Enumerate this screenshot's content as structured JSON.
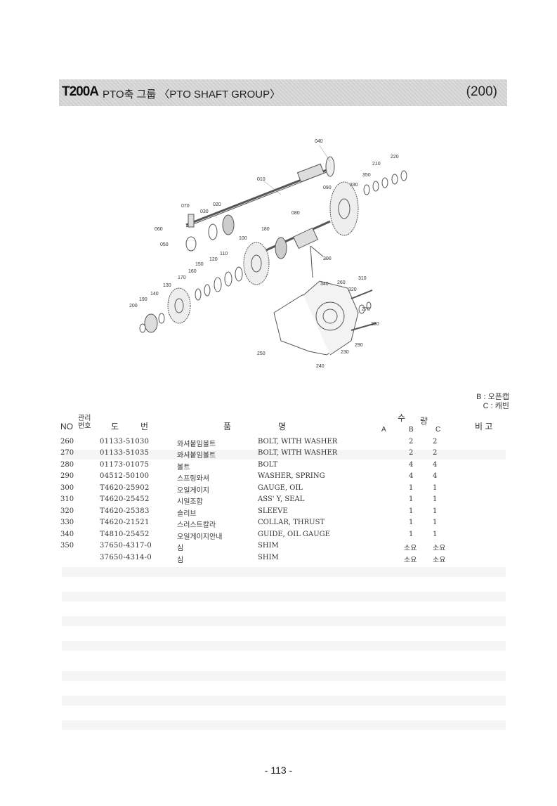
{
  "header": {
    "code": "T200A",
    "title": "PTO축 그룹 〈PTO SHAFT GROUP〉",
    "group": "(200)"
  },
  "diagram": {
    "labels": [
      "040",
      "220",
      "210",
      "350",
      "010",
      "330",
      "090",
      "070",
      "020",
      "030",
      "080",
      "060",
      "180",
      "100",
      "050",
      "110",
      "300",
      "120",
      "150",
      "160",
      "170",
      "340",
      "260",
      "310",
      "320",
      "130",
      "140",
      "190",
      "270",
      "200",
      "280",
      "290",
      "230",
      "250",
      "240"
    ]
  },
  "legend": {
    "b": "B : 오픈캡",
    "c": "C : 캐빈"
  },
  "table_header": {
    "no": "NO",
    "mgmt": "관리\n번호",
    "drawing": "도",
    "number": "번",
    "item": "품",
    "name": "명",
    "qty_1": "수",
    "qty_2": "량",
    "col_a": "A",
    "col_b": "B",
    "col_c": "C",
    "remarks": "비 고"
  },
  "rows": [
    {
      "no": "260",
      "part": "01133-51030",
      "kr": "와셔붙임볼트",
      "en": "BOLT, WITH WASHER",
      "b": "2",
      "c": "2"
    },
    {
      "no": "270",
      "part": "01133-51035",
      "kr": "와셔붙임볼트",
      "en": "BOLT, WITH WASHER",
      "b": "2",
      "c": "2"
    },
    {
      "no": "280",
      "part": "01173-01075",
      "kr": "볼트",
      "en": "BOLT",
      "b": "4",
      "c": "4"
    },
    {
      "no": "290",
      "part": "04512-50100",
      "kr": "스프링와셔",
      "en": "WASHER, SPRING",
      "b": "4",
      "c": "4"
    },
    {
      "no": "300",
      "part": "T4620-25902",
      "kr": "오일게이지",
      "en": "GAUGE, OIL",
      "b": "1",
      "c": "1"
    },
    {
      "no": "310",
      "part": "T4620-25452",
      "kr": "시일조합",
      "en": "ASS' Y, SEAL",
      "b": "1",
      "c": "1"
    },
    {
      "no": "320",
      "part": "T4620-25383",
      "kr": "슬리브",
      "en": "SLEEVE",
      "b": "1",
      "c": "1"
    },
    {
      "no": "330",
      "part": "T4620-21521",
      "kr": "스러스트칼라",
      "en": "COLLAR, THRUST",
      "b": "1",
      "c": "1"
    },
    {
      "no": "340",
      "part": "T4810-25452",
      "kr": "오일게이지안내",
      "en": "GUIDE, OIL GAUGE",
      "b": "1",
      "c": "1"
    },
    {
      "no": "350",
      "part": "37650-4317-0",
      "kr": "심",
      "en": "SHIM",
      "b": "소요",
      "c": "소요"
    },
    {
      "no": "",
      "part": "37650-4314-0",
      "kr": "심",
      "en": "SHIM",
      "b": "소요",
      "c": "소요"
    }
  ],
  "page_number": "- 113 -"
}
